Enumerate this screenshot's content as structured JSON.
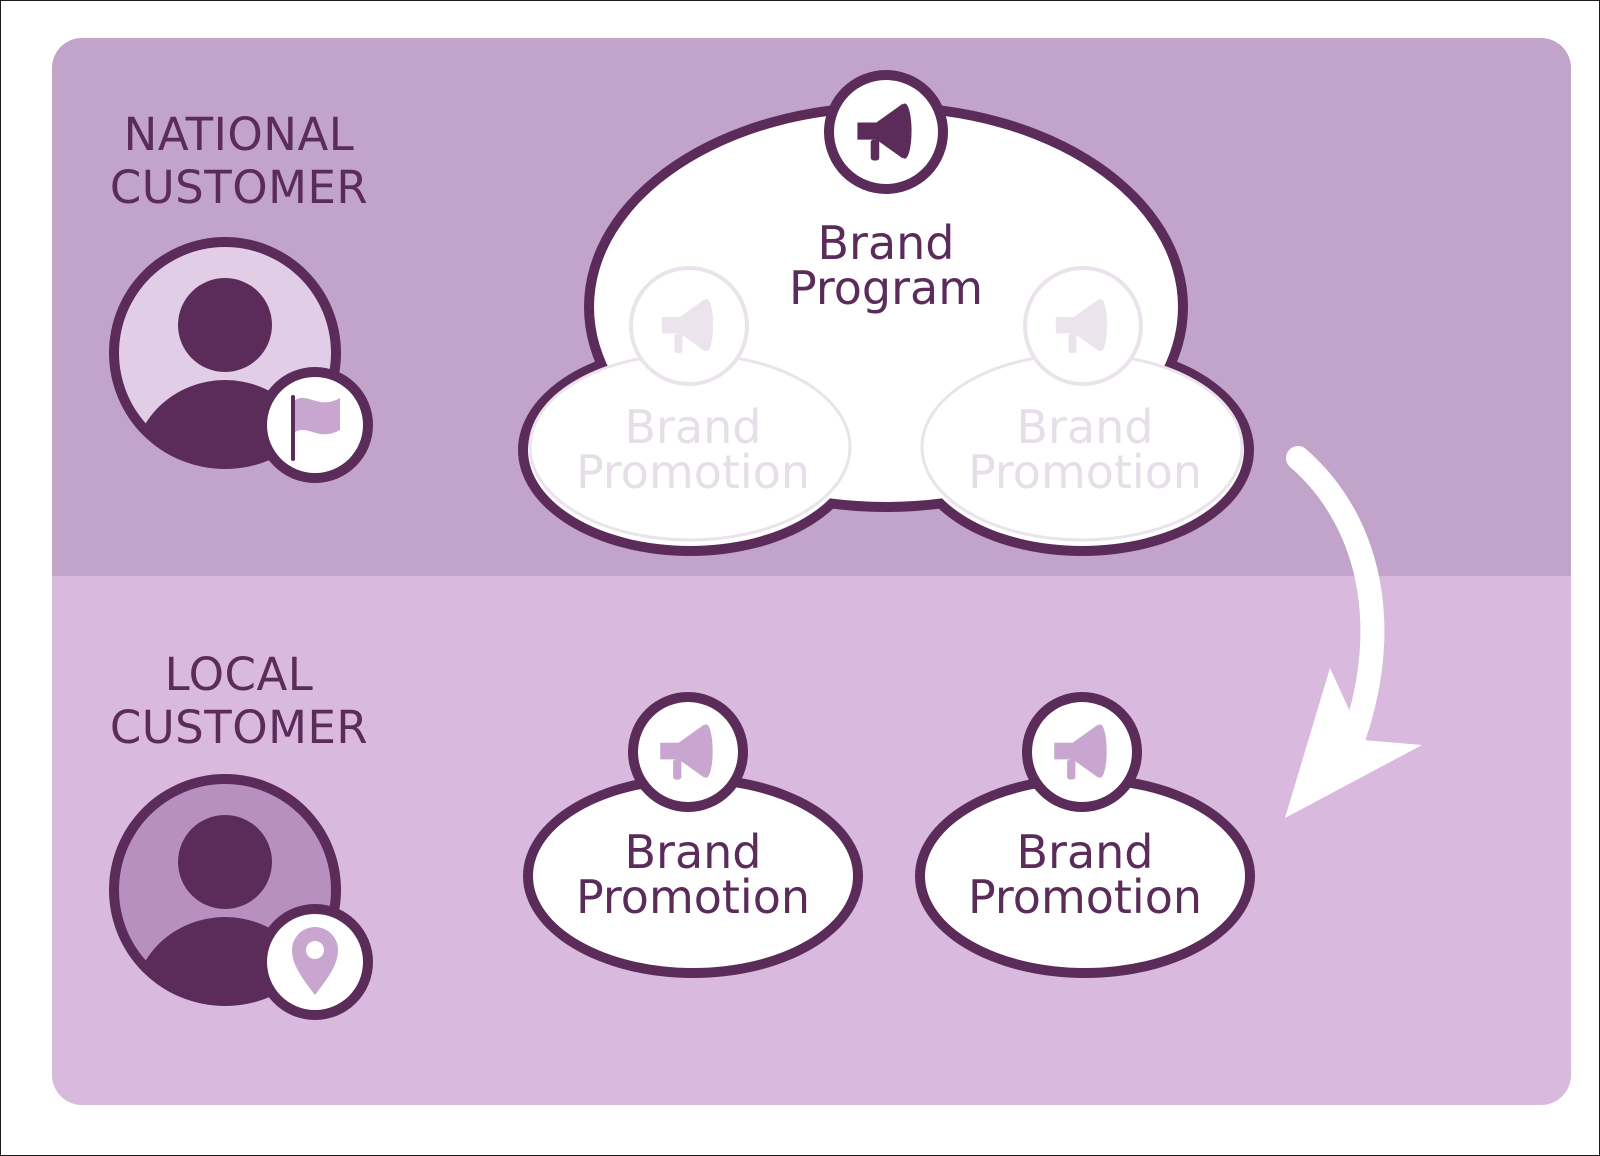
{
  "colors": {
    "top_band": "#c2a3c9",
    "bottom_band": "#d9b9dd",
    "dark_purple": "#5b2c5a",
    "light_avatar_bg": "#e2cde6",
    "mid_avatar_bg": "#b790c0",
    "icon_light": "#c8a6cf",
    "white": "#ffffff",
    "faded_stroke": "#ebe3ec",
    "faded_text": "#e6dfe8"
  },
  "sections": {
    "national": {
      "title_line1": "NATIONAL",
      "title_line2": "CUSTOMER",
      "badge_icon": "flag-icon"
    },
    "local": {
      "title_line1": "LOCAL",
      "title_line2": "CUSTOMER",
      "badge_icon": "location-pin-icon"
    }
  },
  "nodes": {
    "brand_program": {
      "line1": "Brand",
      "line2": "Program",
      "icon": "megaphone-icon"
    },
    "faded_promotion_left": {
      "line1": "Brand",
      "line2": "Promotion",
      "icon": "megaphone-icon"
    },
    "faded_promotion_right": {
      "line1": "Brand",
      "line2": "Promotion",
      "icon": "megaphone-icon"
    },
    "local_promotion_left": {
      "line1": "Brand",
      "line2": "Promotion",
      "icon": "megaphone-icon"
    },
    "local_promotion_right": {
      "line1": "Brand",
      "line2": "Promotion",
      "icon": "megaphone-icon"
    }
  },
  "arrow": {
    "icon": "curved-arrow-icon"
  }
}
